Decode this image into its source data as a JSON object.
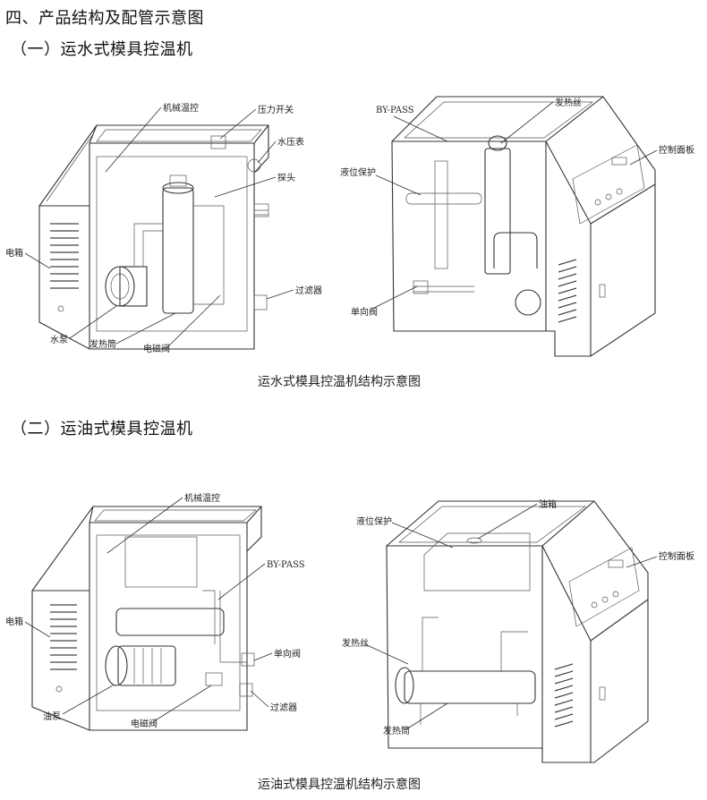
{
  "section_title": "四、产品结构及配管示意图",
  "part1": {
    "heading": "（一）运水式模具控温机",
    "caption": "运水式模具控温机结构示意图",
    "left_labels": {
      "mechanical_thermostat": "机械温控",
      "pressure_switch": "压力开关",
      "water_gauge": "水压表",
      "probe": "探头",
      "electric_box": "电箱",
      "filter": "过滤器",
      "water_pump": "水泵",
      "heating_tube": "发热筒",
      "solenoid_valve": "电磁阀"
    },
    "right_labels": {
      "bypass": "BY-PASS",
      "heating_wire": "发热丝",
      "level_protection": "液位保护",
      "control_panel": "控制面板",
      "check_valve": "单向阀"
    }
  },
  "part2": {
    "heading": "（二）运油式模具控温机",
    "caption": "运油式模具控温机结构示意图",
    "left_labels": {
      "mechanical_thermostat": "机械温控",
      "bypass": "BY-PASS",
      "electric_box": "电箱",
      "check_valve": "单向阀",
      "filter": "过滤器",
      "oil_pump": "油泵",
      "solenoid_valve": "电磁阀"
    },
    "right_labels": {
      "oil_tank": "油箱",
      "level_protection": "液位保护",
      "control_panel": "控制面板",
      "heating_wire": "发热丝",
      "heating_tube": "发热筒"
    }
  }
}
